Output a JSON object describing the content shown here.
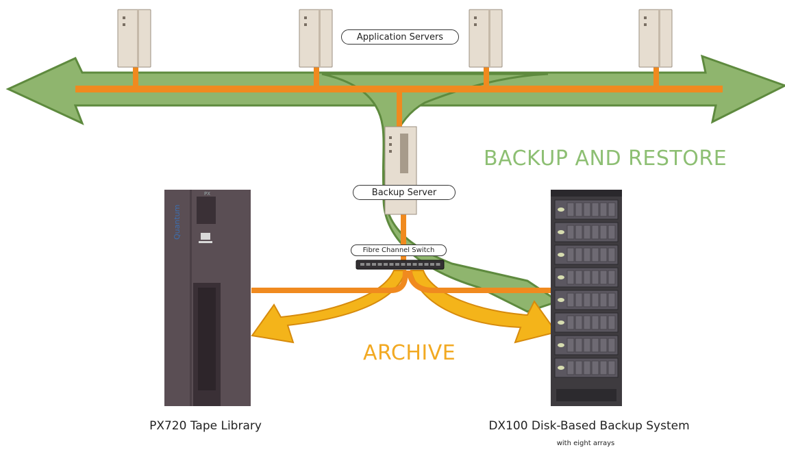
{
  "labels": {
    "application_servers": "Application Servers",
    "backup_server": "Backup Server",
    "fc_switch": "Fibre Channel Switch",
    "backup_restore": "BACKUP AND RESTORE",
    "archive": "ARCHIVE",
    "tape_library": "PX720 Tape Library",
    "disk_system": "DX100 Disk-Based Backup System",
    "disk_system_sub": "with eight arrays",
    "tape_brand": "Quantum",
    "tape_model": "PX"
  },
  "colors": {
    "green_fill": "#8fb56e",
    "green_edge": "#5e8a3e",
    "orange_line": "#f08a1f",
    "yellow_fill": "#f4b41a",
    "yellow_edge": "#d68a0c",
    "server_fill": "#e6ddd0",
    "tape_fill": "#5a4e54",
    "disk_fill": "#3e3b3f",
    "backup_label": "#8dbf73",
    "archive_label": "#f2a922"
  },
  "icons": [
    "application-server-icon",
    "backup-server-icon",
    "fibre-channel-switch-icon",
    "tape-library-icon",
    "disk-array-icon"
  ]
}
